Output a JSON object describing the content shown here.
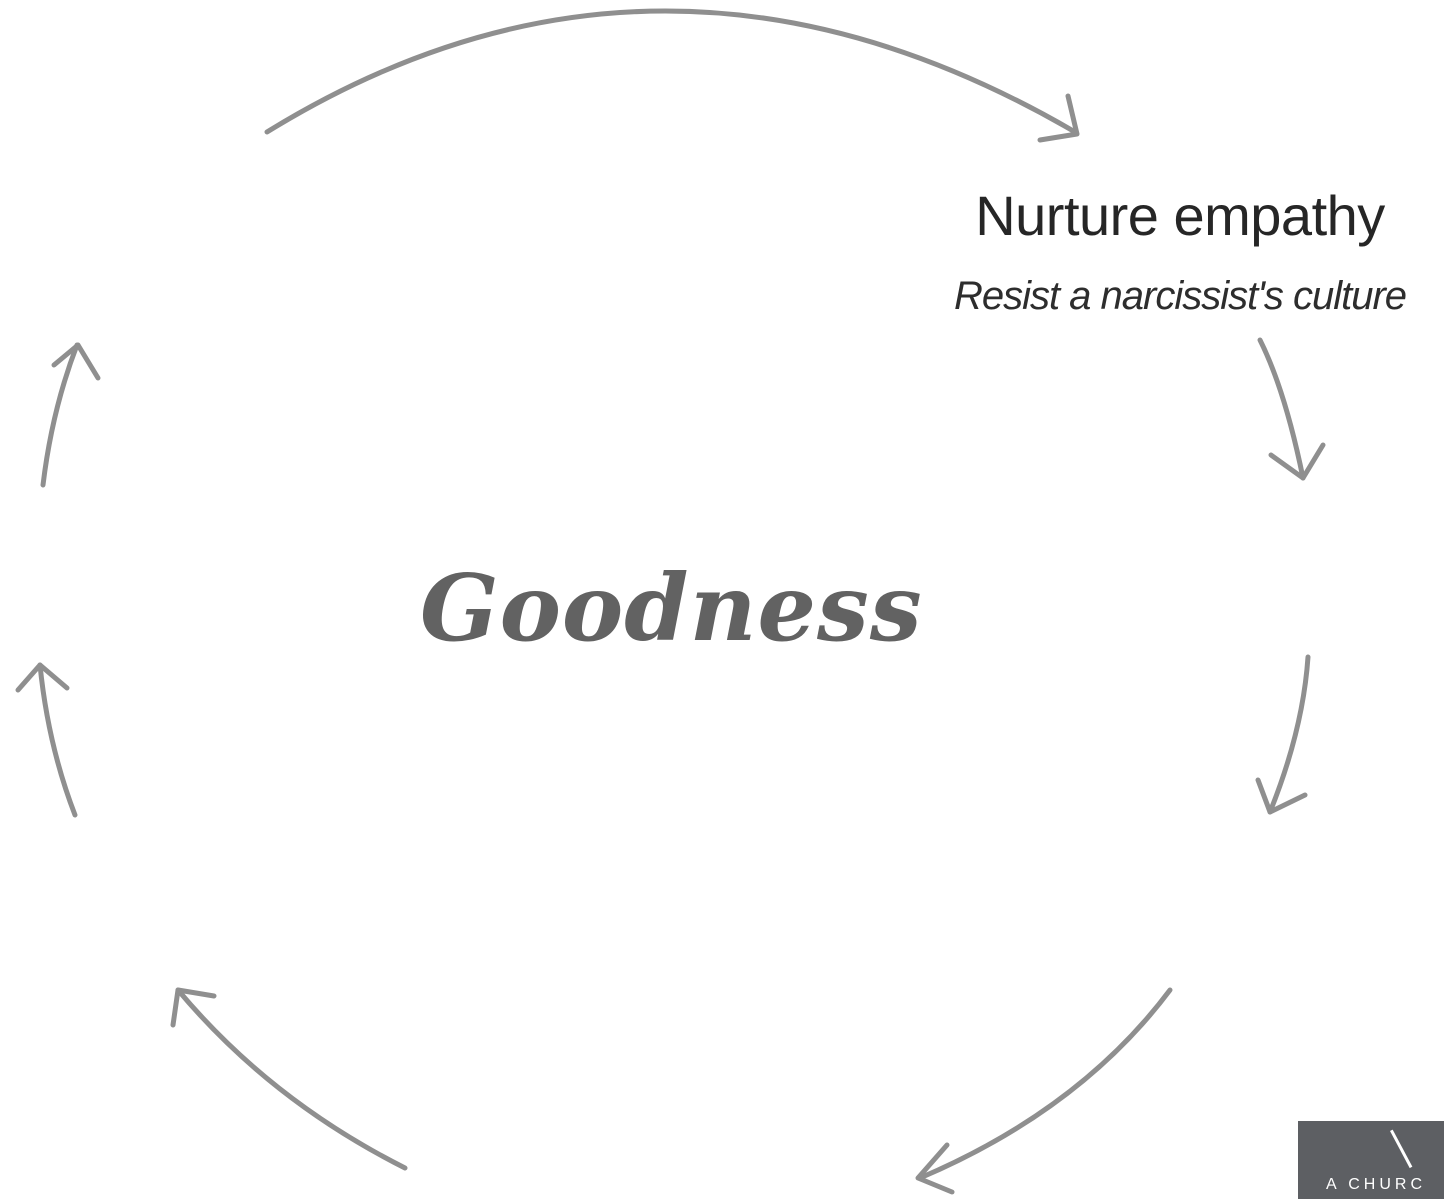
{
  "diagram": {
    "center_label": "Goodness",
    "step": {
      "title": "Nurture empathy",
      "subtitle": "Resist a narcissist's culture"
    },
    "arrow_color": "#8f8f8f",
    "center_color": "#626262"
  },
  "logo": {
    "text": "A CHURC",
    "background": "#5d5f63"
  }
}
